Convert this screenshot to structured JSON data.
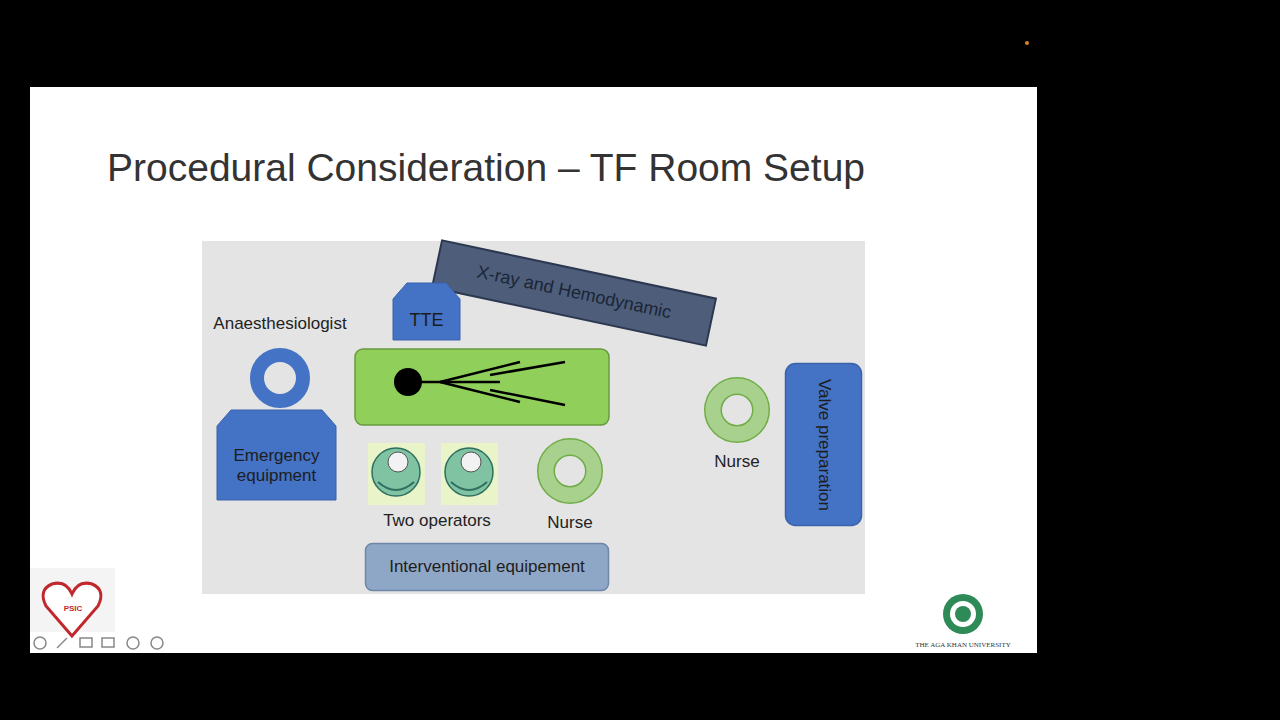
{
  "diagram": {
    "title": "Procedural Consideration – TF Room Setup",
    "nodes": [
      {
        "text": [
          "X-ray and Hemodynamic"
        ]
      },
      {
        "text": [
          "TTE"
        ]
      },
      {
        "text": [
          "Anaesthesiologist"
        ]
      },
      {
        "text": [
          "Emergency equipment"
        ]
      },
      {
        "text": [
          "Nurse"
        ]
      },
      {
        "text": [
          "Valve preparation"
        ]
      },
      {
        "text": [
          "Nurse"
        ]
      },
      {
        "text": [
          "Interventional equipement"
        ]
      }
    ],
    "labels": [
      "Two operators",
      "PSIC",
      "THE AGA KHAN UNIVERSITY"
    ]
  }
}
